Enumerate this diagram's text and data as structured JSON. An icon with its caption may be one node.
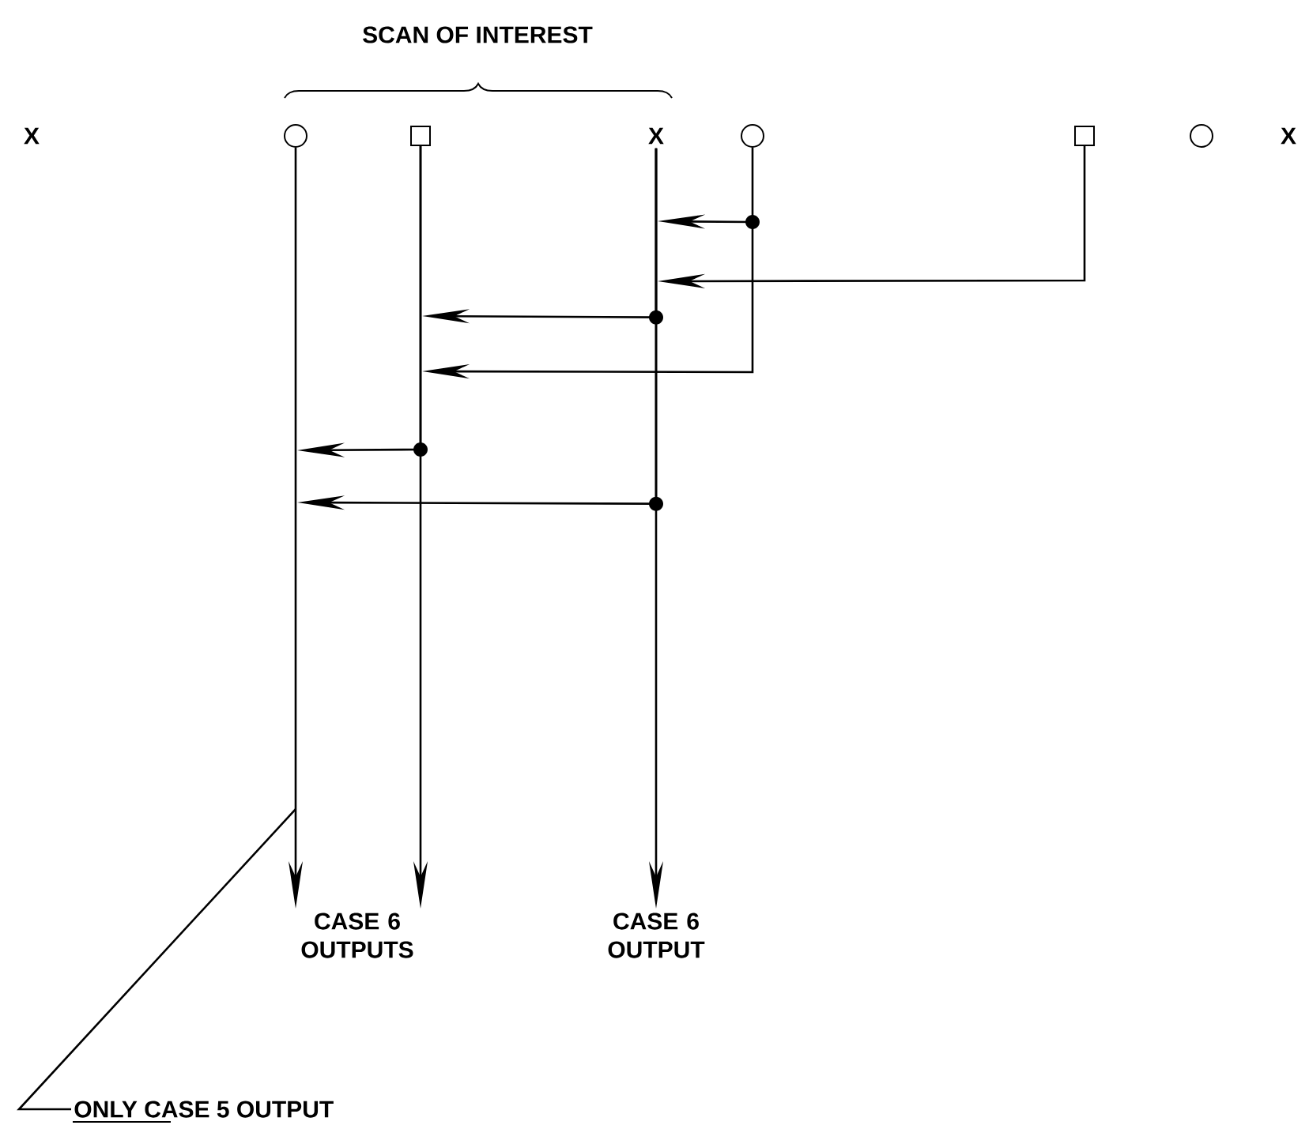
{
  "diagram": {
    "nodes": [
      {
        "text": [
          "X"
        ]
      },
      {
        "text": [],
        "shape": "circle"
      },
      {
        "text": [],
        "shape": "box"
      },
      {
        "text": [
          "X"
        ]
      },
      {
        "text": [],
        "shape": "circle"
      },
      {
        "text": [],
        "shape": "box"
      },
      {
        "text": [],
        "shape": "circle"
      },
      {
        "text": [
          "X"
        ]
      },
      {
        "text": [
          "CASE 6 OUTPUTS"
        ]
      },
      {
        "text": [
          "CASE 6 OUTPUT"
        ]
      },
      {
        "text": [
          "ONLY CASE 5 OUTPUT"
        ]
      }
    ],
    "edges": [
      {
        "from": 1,
        "to": 8,
        "arrow": "to"
      },
      {
        "from": 2,
        "to": 8,
        "arrow": "to"
      },
      {
        "from": 3,
        "to": 9,
        "arrow": "to"
      },
      {
        "from": 4,
        "to": null,
        "arrow": "to"
      },
      {
        "from": 5,
        "to": null,
        "arrow": "to"
      },
      {
        "from": 3,
        "to": null,
        "arrow": "to"
      },
      {
        "from": 4,
        "to": null,
        "arrow": "to"
      },
      {
        "from": 2,
        "to": null,
        "arrow": "to"
      },
      {
        "from": 3,
        "to": null,
        "arrow": "to"
      },
      {
        "from": 10,
        "to": null,
        "arrow": "none"
      }
    ],
    "labels": [
      "SCAN OF INTEREST"
    ]
  }
}
